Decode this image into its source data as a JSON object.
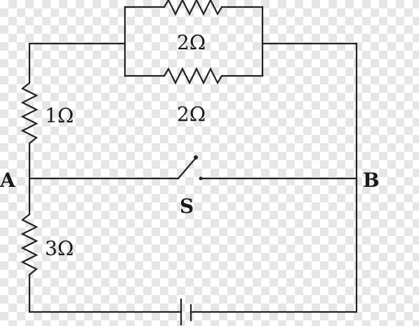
{
  "diagram": {
    "labels": {
      "node_a": "A",
      "node_b": "B",
      "switch": "S",
      "r1": "1Ω",
      "r_top": "2Ω",
      "r_mid": "2Ω",
      "r3": "3Ω"
    }
  }
}
